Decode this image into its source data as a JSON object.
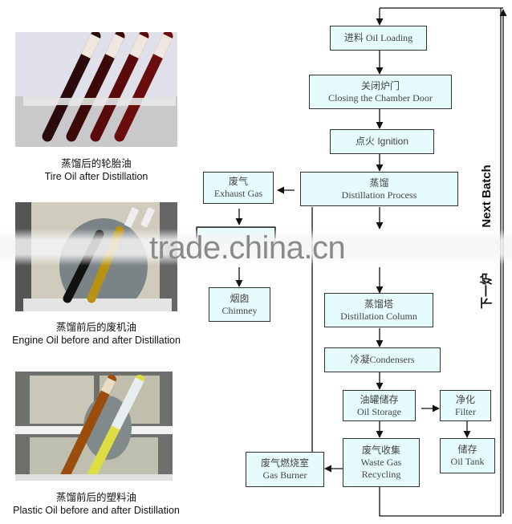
{
  "photos": [
    {
      "caption_zh": "蒸馏后的轮胎油",
      "caption_en": "Tire Oil after Distillation",
      "icon": "tire-oil-test-tubes-photo"
    },
    {
      "caption_zh": "蒸馏前后的废机油",
      "caption_en": "Engine Oil before and after Distillation",
      "icon": "engine-oil-test-tubes-photo"
    },
    {
      "caption_zh": "蒸馏前后的塑料油",
      "caption_en": "Plastic Oil before and after Distillation",
      "icon": "plastic-oil-test-tubes-photo"
    }
  ],
  "flow": {
    "oil_loading": {
      "zh": "进料",
      "en": "Oil Loading"
    },
    "closing_door": {
      "zh": "关闭炉门",
      "en": "Closing the Chamber Door"
    },
    "ignition": {
      "zh": "点火",
      "en": "Ignition"
    },
    "distillation": {
      "zh": "蒸馏",
      "en": "Distillation Process"
    },
    "exhaust_gas": {
      "zh": "废气",
      "en": "Exhaust Gas"
    },
    "chimney": {
      "zh": "烟囱",
      "en": "Chimney"
    },
    "distillation_column": {
      "zh": "蒸馏塔",
      "en": "Distillation Column"
    },
    "condensers": {
      "zh": "冷凝",
      "en": "Condensers"
    },
    "oil_storage": {
      "zh": "油罐储存",
      "en": "Oil Storage"
    },
    "filter": {
      "zh": "净化",
      "en": "Filter"
    },
    "oil_tank": {
      "zh": "储存",
      "en": "Oil Tank"
    },
    "waste_gas": {
      "zh": "废气收集",
      "en1": "Waste Gas",
      "en2": "Recycling"
    },
    "gas_burner": {
      "zh": "废气燃烧室",
      "en": "Gas Burner"
    },
    "next_batch": {
      "zh": "下一炉",
      "en": "Next Batch"
    }
  },
  "watermark": "trade.china.cn",
  "colors": {
    "box_fill": "#e6fbfb",
    "line": "#111111"
  }
}
